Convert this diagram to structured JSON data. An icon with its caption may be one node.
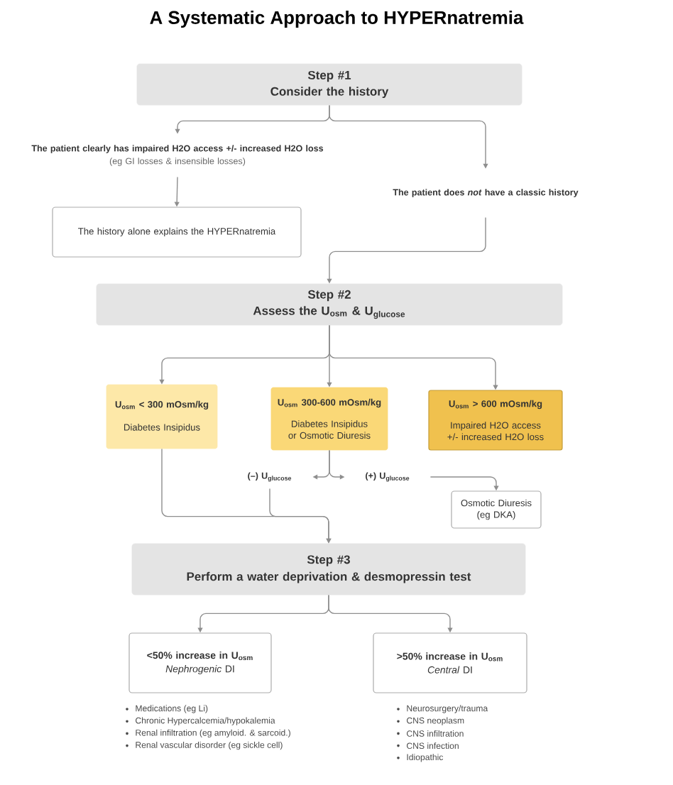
{
  "diagram": {
    "title": "A Systematic Approach to HYPERnatremia",
    "nodes": [
      {
        "text": [
          "Step #1",
          "Consider the history"
        ]
      },
      {
        "text": [
          "The patient clearly has impaired H2O access +/- increased H2O loss",
          "(eg GI losses & insensible losses)"
        ]
      },
      {
        "text": [
          "The patient does *not* have a classic history"
        ]
      },
      {
        "text": [
          "The history alone explains the HYPERnatremia"
        ]
      },
      {
        "text": [
          "Step #2",
          "Assess the U$_{osm}$ & U$_{glucose}$"
        ]
      },
      {
        "text": [
          "U$_{osm}$ < 300 mOsm/kg",
          "Diabetes Insipidus"
        ]
      },
      {
        "text": [
          "U$_{osm}$ 300-600 mOsm/kg",
          "Diabetes Insipidus or Osmotic Diuresis"
        ]
      },
      {
        "text": [
          "U$_{osm}$ > 600 mOsm/kg",
          "Impaired H2O access +/- increased H2O loss"
        ]
      },
      {
        "text": [
          "(–) U$_{glucose}$"
        ]
      },
      {
        "text": [
          "(+) U$_{glucose}$"
        ]
      },
      {
        "text": [
          "Osmotic Diuresis (eg DKA)"
        ]
      },
      {
        "text": [
          "Step #3",
          "Perform a water deprivation & desmopressin test"
        ]
      },
      {
        "text": [
          "<50% increase in U$_{osm}$",
          "*Nephrogenic* DI"
        ],
        "beside": [
          "Medications (eg Li)",
          "Chronic Hypercalcemia/hypokalemia",
          "Renal infiltration (eg amyloid. & sarcoid.)",
          "Renal vascular disorder (eg sickle cell)"
        ]
      },
      {
        "text": [
          ">50% increase in U$_{osm}$",
          "*Central* DI"
        ],
        "beside": [
          "Neurosurgery/trauma",
          "CNS neoplasm",
          "CNS infiltration",
          "CNS infection",
          "Idiopathic"
        ]
      }
    ],
    "edges": [
      {
        "from": 0,
        "to": 1,
        "arrow": "to"
      },
      {
        "from": 0,
        "to": 2,
        "arrow": "to"
      },
      {
        "from": 1,
        "to": 3,
        "arrow": "to"
      },
      {
        "from": 2,
        "to": 4,
        "arrow": "to"
      },
      {
        "from": 4,
        "to": 5,
        "arrow": "to"
      },
      {
        "from": 4,
        "to": 6,
        "arrow": "to"
      },
      {
        "from": 4,
        "to": 7,
        "arrow": "to"
      },
      {
        "from": 6,
        "to": 8,
        "arrow": "to"
      },
      {
        "from": 6,
        "to": 9,
        "arrow": "to"
      },
      {
        "from": 9,
        "to": 10,
        "arrow": "to"
      },
      {
        "from": 5,
        "to": 11,
        "arrow": "to"
      },
      {
        "from": 8,
        "to": 11,
        "arrow": "to"
      },
      {
        "from": 11,
        "to": 12,
        "arrow": "to"
      },
      {
        "from": 11,
        "to": 13,
        "arrow": "to"
      }
    ]
  }
}
